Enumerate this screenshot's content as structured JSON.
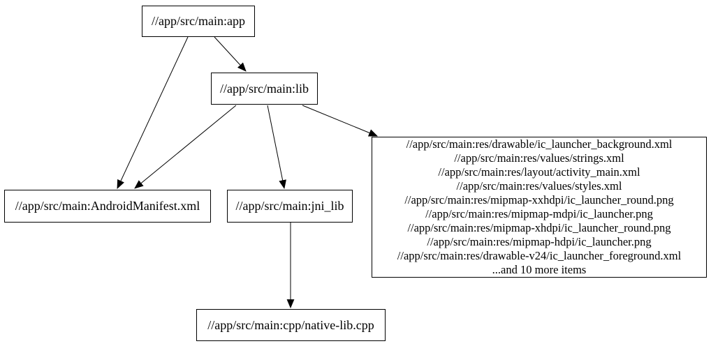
{
  "diagram": {
    "type": "dependency-graph",
    "background_color": "#ffffff",
    "node_border_color": "#000000",
    "edge_color": "#000000",
    "text_color": "#000000",
    "nodes": {
      "app": {
        "label": "//app/src/main:app"
      },
      "lib": {
        "label": "//app/src/main:lib"
      },
      "android_manifest": {
        "label": "//app/src/main:AndroidManifest.xml"
      },
      "jni_lib": {
        "label": "//app/src/main:jni_lib"
      },
      "cpp_native_lib": {
        "label": "//app/src/main:cpp/native-lib.cpp"
      },
      "resources_group": {
        "lines": [
          "//app/src/main:res/drawable/ic_launcher_background.xml",
          "//app/src/main:res/values/strings.xml",
          "//app/src/main:res/layout/activity_main.xml",
          "//app/src/main:res/values/styles.xml",
          "//app/src/main:res/mipmap-xxhdpi/ic_launcher_round.png",
          "//app/src/main:res/mipmap-mdpi/ic_launcher.png",
          "//app/src/main:res/mipmap-xhdpi/ic_launcher_round.png",
          "//app/src/main:res/mipmap-hdpi/ic_launcher.png",
          "//app/src/main:res/drawable-v24/ic_launcher_foreground.xml",
          "...and 10 more items"
        ]
      }
    },
    "edges": [
      {
        "from": "app",
        "to": "lib"
      },
      {
        "from": "app",
        "to": "android_manifest"
      },
      {
        "from": "lib",
        "to": "android_manifest"
      },
      {
        "from": "lib",
        "to": "jni_lib"
      },
      {
        "from": "lib",
        "to": "resources_group"
      },
      {
        "from": "jni_lib",
        "to": "cpp_native_lib"
      }
    ]
  }
}
